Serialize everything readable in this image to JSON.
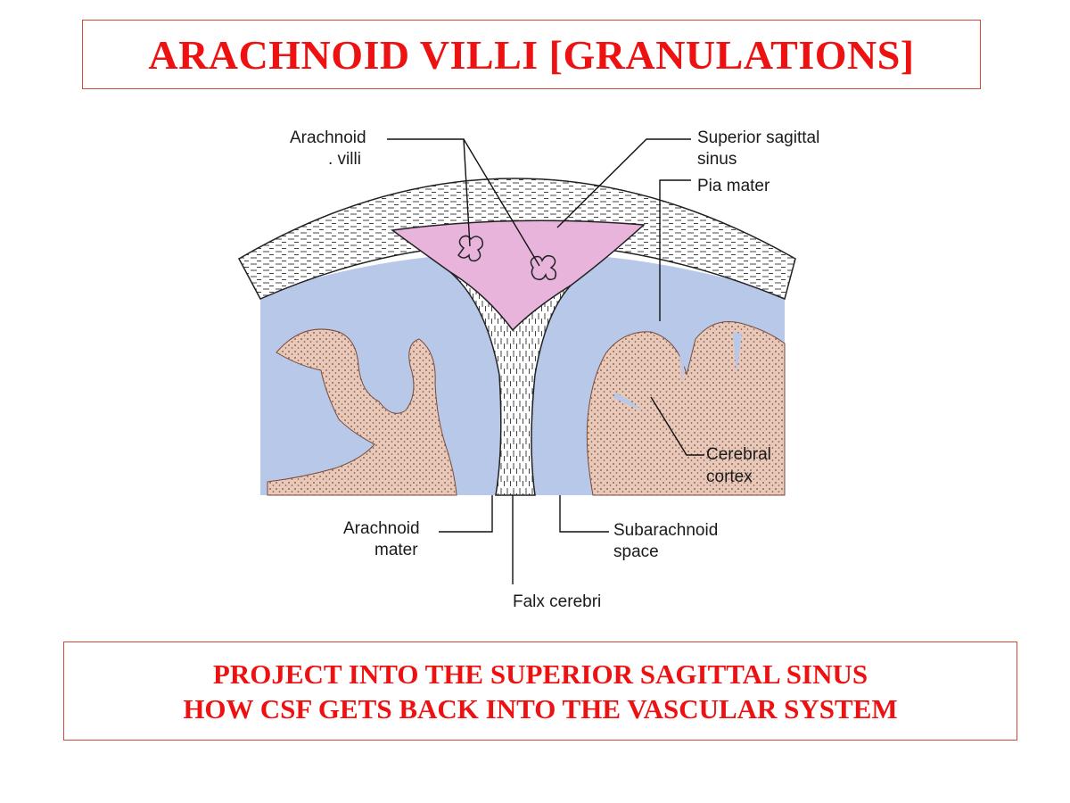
{
  "title": "ARACHNOID VILLI [GRANULATIONS]",
  "caption": {
    "line1": "PROJECT INTO THE SUPERIOR SAGITTAL SINUS",
    "line2": "HOW CSF GETS BACK INTO THE VASCULAR SYSTEM"
  },
  "labels": {
    "arachnoid_villi_1": "Arachnoid",
    "arachnoid_villi_2": ". villi",
    "superior_sagittal_1": "Superior sagittal",
    "superior_sagittal_2": "sinus",
    "pia_mater": "Pia mater",
    "cerebral_cortex_1": "Cerebral",
    "cerebral_cortex_2": "cortex",
    "arachnoid_mater_1": "Arachnoid",
    "arachnoid_mater_2": "mater",
    "subarachnoid_1": "Subarachnoid",
    "subarachnoid_2": "space",
    "falx_cerebri": "Falx cerebri"
  },
  "colors": {
    "heading": "#ee1111",
    "sinus": "#e8b4dc",
    "subarachnoid_space": "#b8c8e8",
    "cortex": "#e8c8b8"
  }
}
